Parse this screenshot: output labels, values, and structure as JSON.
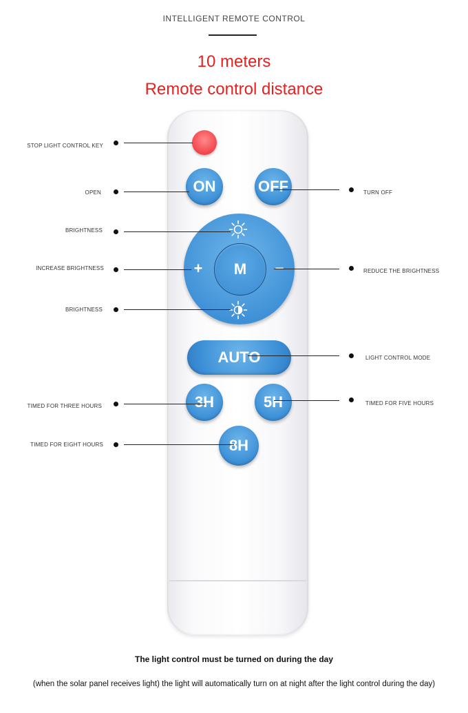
{
  "header": {
    "title": "INTELLIGENT REMOTE CONTROL",
    "distance_line1": "10 meters",
    "distance_line2": "Remote control distance"
  },
  "remote": {
    "buttons": {
      "on": "ON",
      "off": "OFF",
      "center": "M",
      "plus": "+",
      "minus": "−",
      "auto": "AUTO",
      "h3": "3H",
      "h5": "5H",
      "h8": "8H"
    },
    "colors": {
      "button_blue": "#3c8fd6",
      "stop_red": "#f2444c",
      "body": "#ffffff"
    }
  },
  "labels": {
    "stop": "STOP LIGHT CONTROL KEY",
    "open": "OPEN",
    "turn_off": "TURN OFF",
    "brightness_top": "BRIGHTNESS",
    "increase": "INCREASE BRIGHTNESS",
    "reduce": "REDUCE THE BRIGHTNESS",
    "brightness_bottom": "BRIGHTNESS",
    "light_control_mode": "LIGHT CONTROL MODE",
    "three_hours": "TIMED FOR THREE HOURS",
    "five_hours": "TIMED FOR FIVE HOURS",
    "eight_hours": "TIMED FOR EIGHT HOURS"
  },
  "footer": {
    "line1": "The light control must be turned on during the day",
    "line2": "(when the solar panel receives light) the light will automatically turn on at night after the light control during the day)"
  }
}
